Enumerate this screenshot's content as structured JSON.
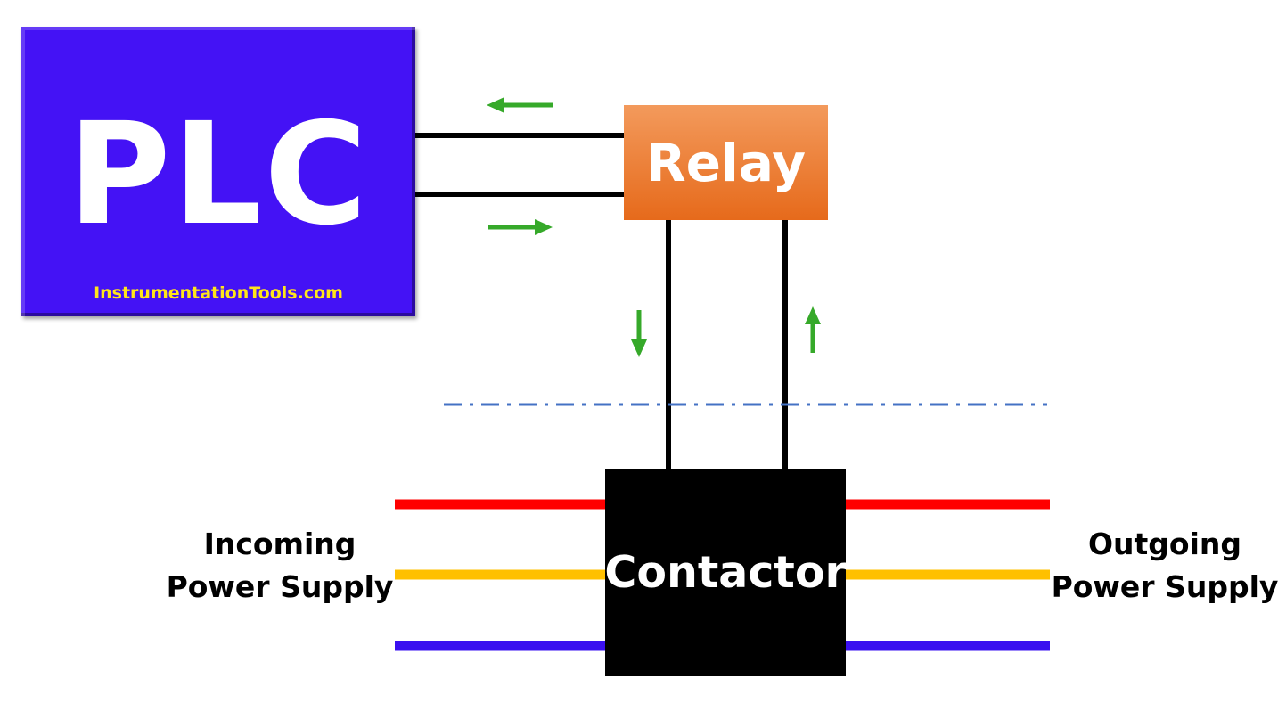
{
  "plc": {
    "title": "PLC",
    "website": "InstrumentationTools.com"
  },
  "relay": {
    "label": "Relay"
  },
  "contactor": {
    "label": "Contactor"
  },
  "incoming": {
    "line1": "Incoming",
    "line2": "Power Supply"
  },
  "outgoing": {
    "line1": "Outgoing",
    "line2": "Power Supply"
  },
  "colors": {
    "plc_fill": "#4412f5",
    "plc_text": "#ffffff",
    "website_text": "#ffe61a",
    "relay_fill_top": "#f39a5c",
    "relay_fill_bottom": "#e66a1b",
    "contactor_fill": "#000000",
    "control_wire": "#000000",
    "signal_arrow": "#36a92a",
    "boundary_line": "#4472c4",
    "phase_1": "#ff0000",
    "phase_2": "#ffc000",
    "phase_3": "#3a10f0"
  }
}
